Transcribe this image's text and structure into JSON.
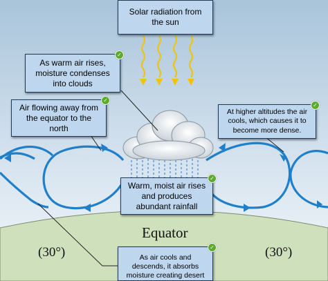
{
  "labels": {
    "solar": "Solar radiation from the sun",
    "condense": "As warm air rises, moisture condenses into clouds",
    "away": "Air flowing away from the equator to the north",
    "altitude": "At higher altitudes the air cools, which causes it to become more dense.",
    "rise": "Warm, moist air rises and produces abundant rainfall",
    "descend": "As air cools and descends, it absorbs moisture creating desert conditions"
  },
  "equator_label": "Equator",
  "latitude_left": "(30°)",
  "latitude_right": "(30°)",
  "colors": {
    "sky_top": "#aec8dd",
    "sky_bottom": "#f2f6fa",
    "ground": "#cfe0bd",
    "arrow": "#1f7fc9",
    "sunray": "#f0c400",
    "box_fill": "#bed6ee",
    "check_badge": "#5aab2e"
  }
}
